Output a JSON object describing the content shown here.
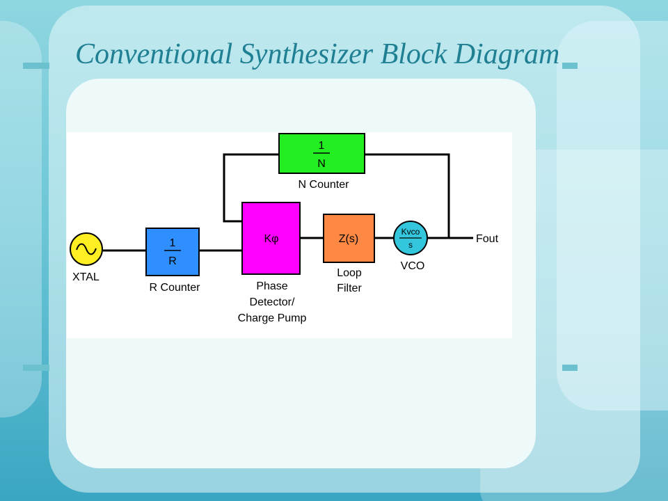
{
  "slide": {
    "title": "Conventional Synthesizer Block Diagram"
  },
  "diagram": {
    "blocks": {
      "n_counter": {
        "numerator": "1",
        "denominator": "N",
        "label": "N Counter",
        "color": "#22ee22"
      },
      "r_counter": {
        "numerator": "1",
        "denominator": "R",
        "label": "R Counter",
        "color": "#2f8fff"
      },
      "phase_detector": {
        "symbol": "Kφ",
        "label_lines": [
          "Phase",
          "Detector/",
          "Charge Pump"
        ],
        "color": "#ff00ff"
      },
      "loop_filter": {
        "symbol": "Z(s)",
        "label_lines": [
          "Loop",
          "Filter"
        ],
        "color": "#ff8844"
      },
      "vco": {
        "numerator": "Kvco",
        "denominator": "s",
        "label": "VCO",
        "color": "#33c6dd"
      },
      "xtal": {
        "label": "XTAL",
        "color": "#ffee22"
      }
    },
    "output_label": "Fout"
  },
  "colors": {
    "title": "#1f7f93",
    "background_top": "#8fd6e0",
    "background_bottom": "#3aa6c2",
    "card": "#eef9fa"
  }
}
